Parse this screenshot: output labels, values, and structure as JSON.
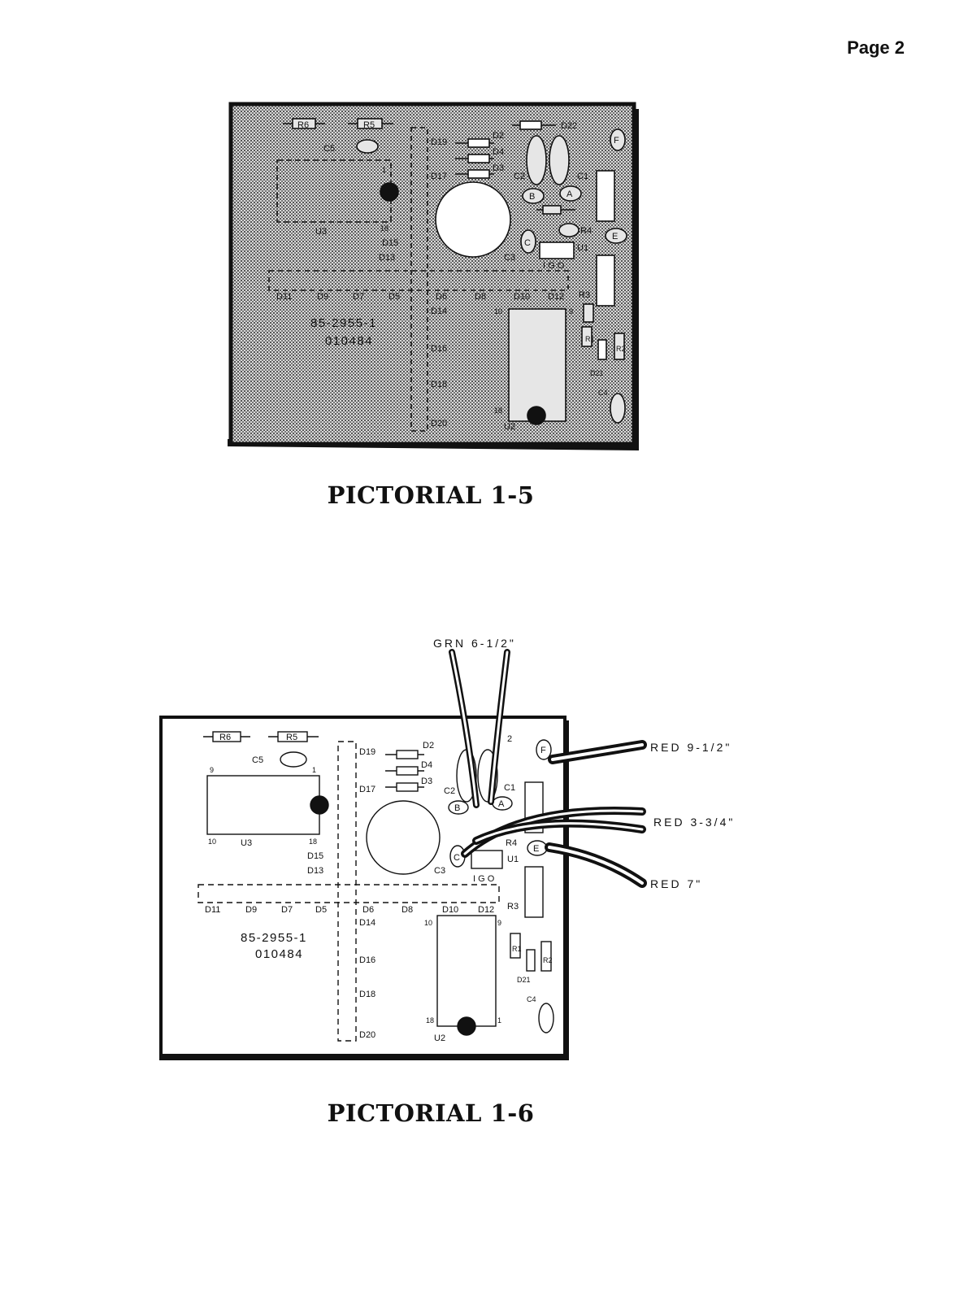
{
  "page": {
    "number": "Page 2"
  },
  "figures": [
    {
      "caption": "PICTORIAL 1-5",
      "board_labels": {
        "r6": "R6",
        "r5": "R5",
        "c5": "C5",
        "u3": "U3",
        "u3_pin1": "1",
        "u3_pin18": "18",
        "d19": "D19",
        "d2": "D2",
        "d4": "D4",
        "d3": "D3",
        "d17": "D17",
        "d22": "D22",
        "c1": "C1",
        "c2": "C2",
        "pad_b": "B",
        "pad_a": "A",
        "pad_f": "F",
        "pad_e": "E",
        "pad_c": "C",
        "r4": "R4",
        "u1": "U1",
        "igo": "I G O",
        "c3": "C3",
        "r3": "R3",
        "d15": "D15",
        "d13": "D13",
        "d11": "D11",
        "d9": "D9",
        "d7": "D7",
        "d5": "D5",
        "d6": "D6",
        "d8": "D8",
        "d10": "D10",
        "d12": "D12",
        "d14": "D14",
        "d16": "D16",
        "d18": "D18",
        "d20": "D20",
        "part_no": "85-2955-1",
        "date_code": "010484",
        "u2": "U2",
        "u2_pin10": "10",
        "u2_pin9": "9",
        "u2_pin18": "18",
        "r1": "R1",
        "r2": "R2",
        "d21": "D21",
        "c4": "C4"
      }
    },
    {
      "caption": "PICTORIAL 1-6",
      "wires": {
        "green": "GRN 6-1/2\"",
        "red1": "RED 9-1/2\"",
        "red2": "RED 3-3/4\"",
        "red3": "RED 7\""
      },
      "board_labels": {
        "r6": "R6",
        "r5": "R5",
        "c5": "C5",
        "u3": "U3",
        "u3_pin9": "9",
        "u3_pin1": "1",
        "u3_pin10": "10",
        "u3_pin18": "18",
        "d19": "D19",
        "d2": "D2",
        "d4": "D4",
        "d3": "D3",
        "d17": "D17",
        "d22_num": "2",
        "c1": "C1",
        "c2": "C2",
        "pad_b": "B",
        "pad_a": "A",
        "pad_f": "F",
        "pad_e": "E",
        "pad_c": "C",
        "r4": "R4",
        "u1": "U1",
        "igo": "I G O",
        "c3": "C3",
        "r3": "R3",
        "d15": "D15",
        "d13": "D13",
        "d11": "D11",
        "d9": "D9",
        "d7": "D7",
        "d5": "D5",
        "d6": "D6",
        "d8": "D8",
        "d10": "D10",
        "d12": "D12",
        "d14": "D14",
        "d16": "D16",
        "d18": "D18",
        "d20": "D20",
        "part_no": "85-2955-1",
        "date_code": "010484",
        "u2": "U2",
        "u2_pin10": "10",
        "u2_pin9": "9",
        "u2_pin18": "18",
        "u2_pin1": "1",
        "r1": "R1",
        "r2": "R2",
        "d21": "D21",
        "c4": "C4"
      }
    }
  ]
}
